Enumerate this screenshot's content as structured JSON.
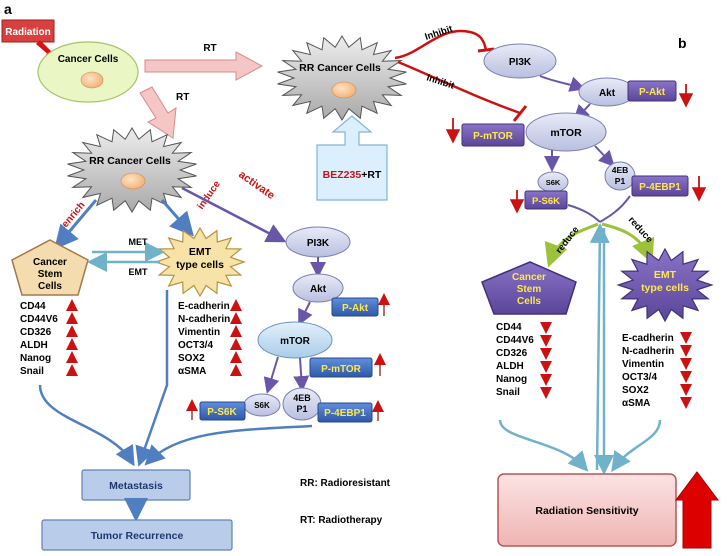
{
  "panel_a": {
    "label": "a",
    "radiation": "Radiation",
    "cancer_cells": "Cancer Cells",
    "rt_arrow_1": "RT",
    "rt_arrow_2": "RT",
    "rr_cancer_cells": "RR Cancer Cells",
    "enrich": "enrich",
    "induce": "induce",
    "activate": "activate",
    "met": "MET",
    "emt": "EMT",
    "cancer_stem_cells": [
      "Cancer",
      "Stem",
      "Cells"
    ],
    "emt_type_cells": [
      "EMT",
      "type cells"
    ],
    "stem_markers": [
      "CD44",
      "CD44V6",
      "CD326",
      "ALDH",
      "Nanog",
      "Snail"
    ],
    "emt_markers": [
      "E-cadherin",
      "N-cadherin",
      "Vimentin",
      "OCT3/4",
      "SOX2",
      "αSMA"
    ],
    "pathway": {
      "pi3k": "PI3K",
      "akt": "Akt",
      "p_akt": "P-Akt",
      "mtor": "mTOR",
      "p_mtor": "P-mTOR",
      "s6k": "S6K",
      "p_s6k": "P-S6K",
      "four_ebp1": [
        "4EB",
        "P1"
      ],
      "p_4ebp1": "P-4EBP1"
    },
    "metastasis": "Metastasis",
    "tumor_recurrence": "Tumor Recurrence",
    "legend_rr": "RR: Radioresistant",
    "legend_rt": "RT: Radiotherapy"
  },
  "panel_b": {
    "label": "b",
    "rr_cancer_cells": "RR Cancer Cells",
    "inhibit_1": "Inhibit",
    "inhibit_2": "Inhibit",
    "drug_red": "BEZ235",
    "drug_rest": "+RT",
    "pathway": {
      "pi3k": "PI3K",
      "akt": "Akt",
      "p_akt": "P-Akt",
      "mtor": "mTOR",
      "p_mtor": "P-mTOR",
      "s6k": "S6K",
      "p_s6k": "P-S6K",
      "four_ebp1": [
        "4EB",
        "P1"
      ],
      "p_4ebp1": "P-4EBP1"
    },
    "reduce_1": "reduce",
    "reduce_2": "reduce",
    "cancer_stem_cells": [
      "Cancer",
      "Stem",
      "Cells"
    ],
    "emt_type_cells": [
      "EMT",
      "type cells"
    ],
    "stem_markers": [
      "CD44",
      "CD44V6",
      "CD326",
      "ALDH",
      "Nanog",
      "Snail"
    ],
    "emt_markers": [
      "E-cadherin",
      "N-cadherin",
      "Vimentin",
      "OCT3/4",
      "SOX2",
      "αSMA"
    ],
    "radiation_sensitivity": "Radiation Sensitivity"
  },
  "colors": {
    "red": "#cc1111",
    "arrow_red": "#b22222",
    "box_purple": "#6a56a8",
    "box_blue": "#3d6cc0",
    "text_yellow": "#ffe84a",
    "oval_lilac": "#c9cde8",
    "oval_green": "#eaf6c4",
    "stem_tan": "#f5dcae",
    "emt_gold": "#f7e3a8",
    "blue_arrow": "#4f7fc0",
    "teal_arrow": "#6fb2c9",
    "green_arrow": "#9cc23a",
    "sensitivity_pink": "#f6cfcf"
  }
}
